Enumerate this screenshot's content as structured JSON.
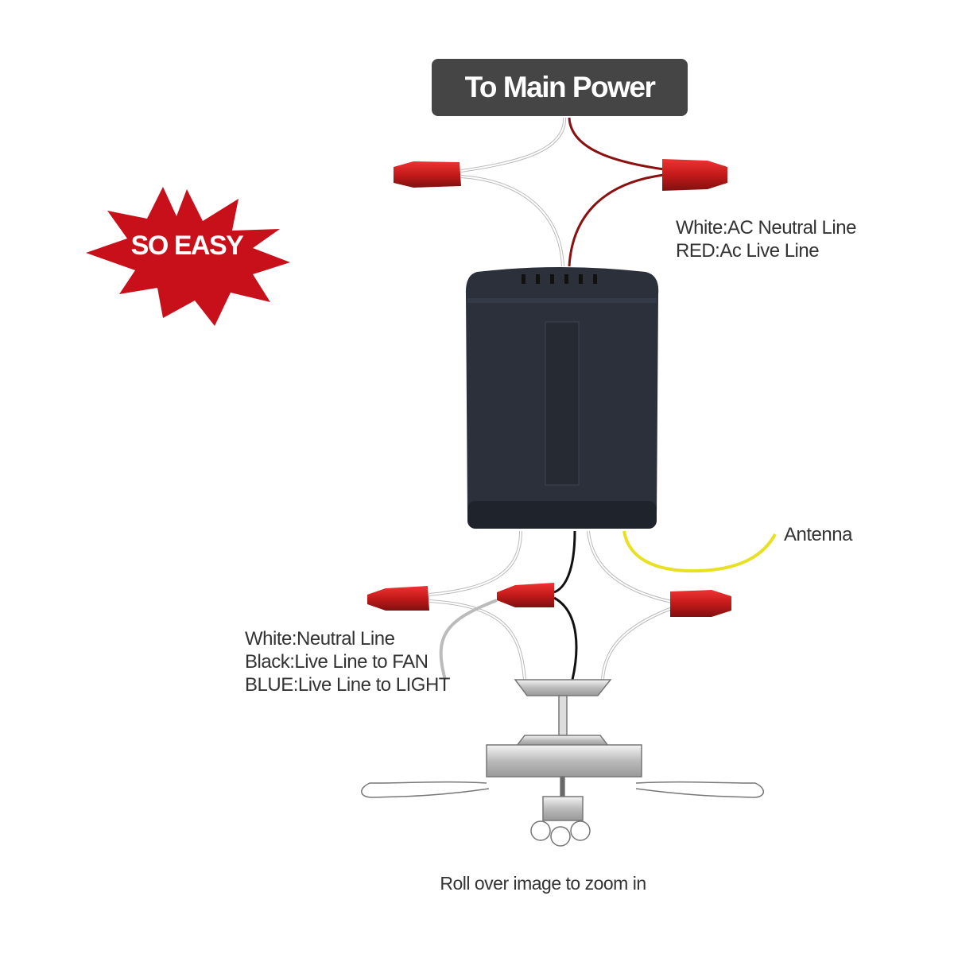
{
  "title": "To Main Power",
  "badge": "SO EASY",
  "input_labels": [
    "White:AC Neutral Line",
    "RED:Ac Live Line"
  ],
  "antenna_label": "Antenna",
  "output_labels": [
    "White:Neutral Line",
    "Black:Live Line to FAN",
    "BLUE:Live Line to LIGHT"
  ],
  "caption": "Roll over image to zoom in",
  "colors": {
    "badge": "#c8101a",
    "wire_cap": "#c41a1a",
    "receiver": "#2b303b",
    "title_box": "#454545",
    "antenna": "#e8e020"
  }
}
